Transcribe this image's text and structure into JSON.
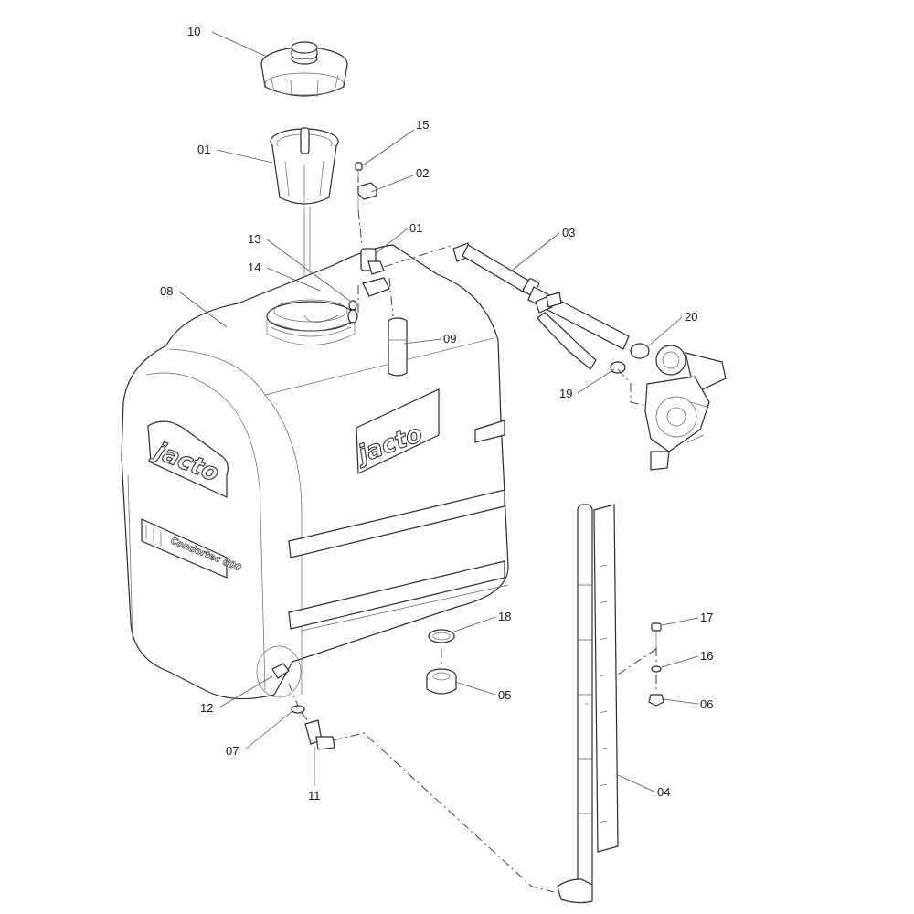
{
  "diagram": {
    "brand_logo": "jacto",
    "model_label": "Condortec 600",
    "callouts": [
      {
        "id": "c10a",
        "text": "10"
      },
      {
        "id": "c01a",
        "text": "01"
      },
      {
        "id": "c15",
        "text": "15"
      },
      {
        "id": "c02",
        "text": "02"
      },
      {
        "id": "c01b",
        "text": "01"
      },
      {
        "id": "c13",
        "text": "13"
      },
      {
        "id": "c14",
        "text": "14"
      },
      {
        "id": "c08",
        "text": "08"
      },
      {
        "id": "c03",
        "text": "03"
      },
      {
        "id": "c09",
        "text": "09"
      },
      {
        "id": "c20",
        "text": "20"
      },
      {
        "id": "c19",
        "text": "19"
      },
      {
        "id": "c18",
        "text": "18"
      },
      {
        "id": "c17",
        "text": "17"
      },
      {
        "id": "c16",
        "text": "16"
      },
      {
        "id": "c05",
        "text": "05"
      },
      {
        "id": "c06",
        "text": "06"
      },
      {
        "id": "c12",
        "text": "12"
      },
      {
        "id": "c07",
        "text": "07"
      },
      {
        "id": "c11",
        "text": "11"
      },
      {
        "id": "c04",
        "text": "04"
      }
    ]
  }
}
